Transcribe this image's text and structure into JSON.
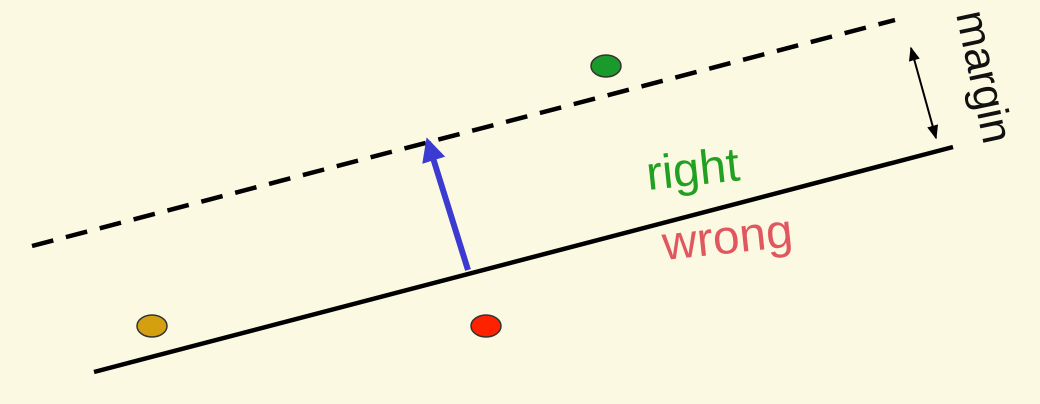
{
  "labels": {
    "right": "right",
    "wrong": "wrong",
    "margin": "margin"
  },
  "colors": {
    "background": "#fcf9e2",
    "line": "#000000",
    "normal_arrow": "#3b3bd1",
    "right_text": "#22a022",
    "wrong_text": "#e0575f",
    "point_green": "#1a9a2a",
    "point_red": "#ff2200",
    "point_orange": "#d4a010"
  },
  "elements": {
    "decision_boundary": "solid line",
    "margin_boundary": "dashed line",
    "normal_vector": "arrow",
    "margin_indicator": "double-headed arrow",
    "points": [
      "green",
      "red",
      "orange"
    ]
  }
}
